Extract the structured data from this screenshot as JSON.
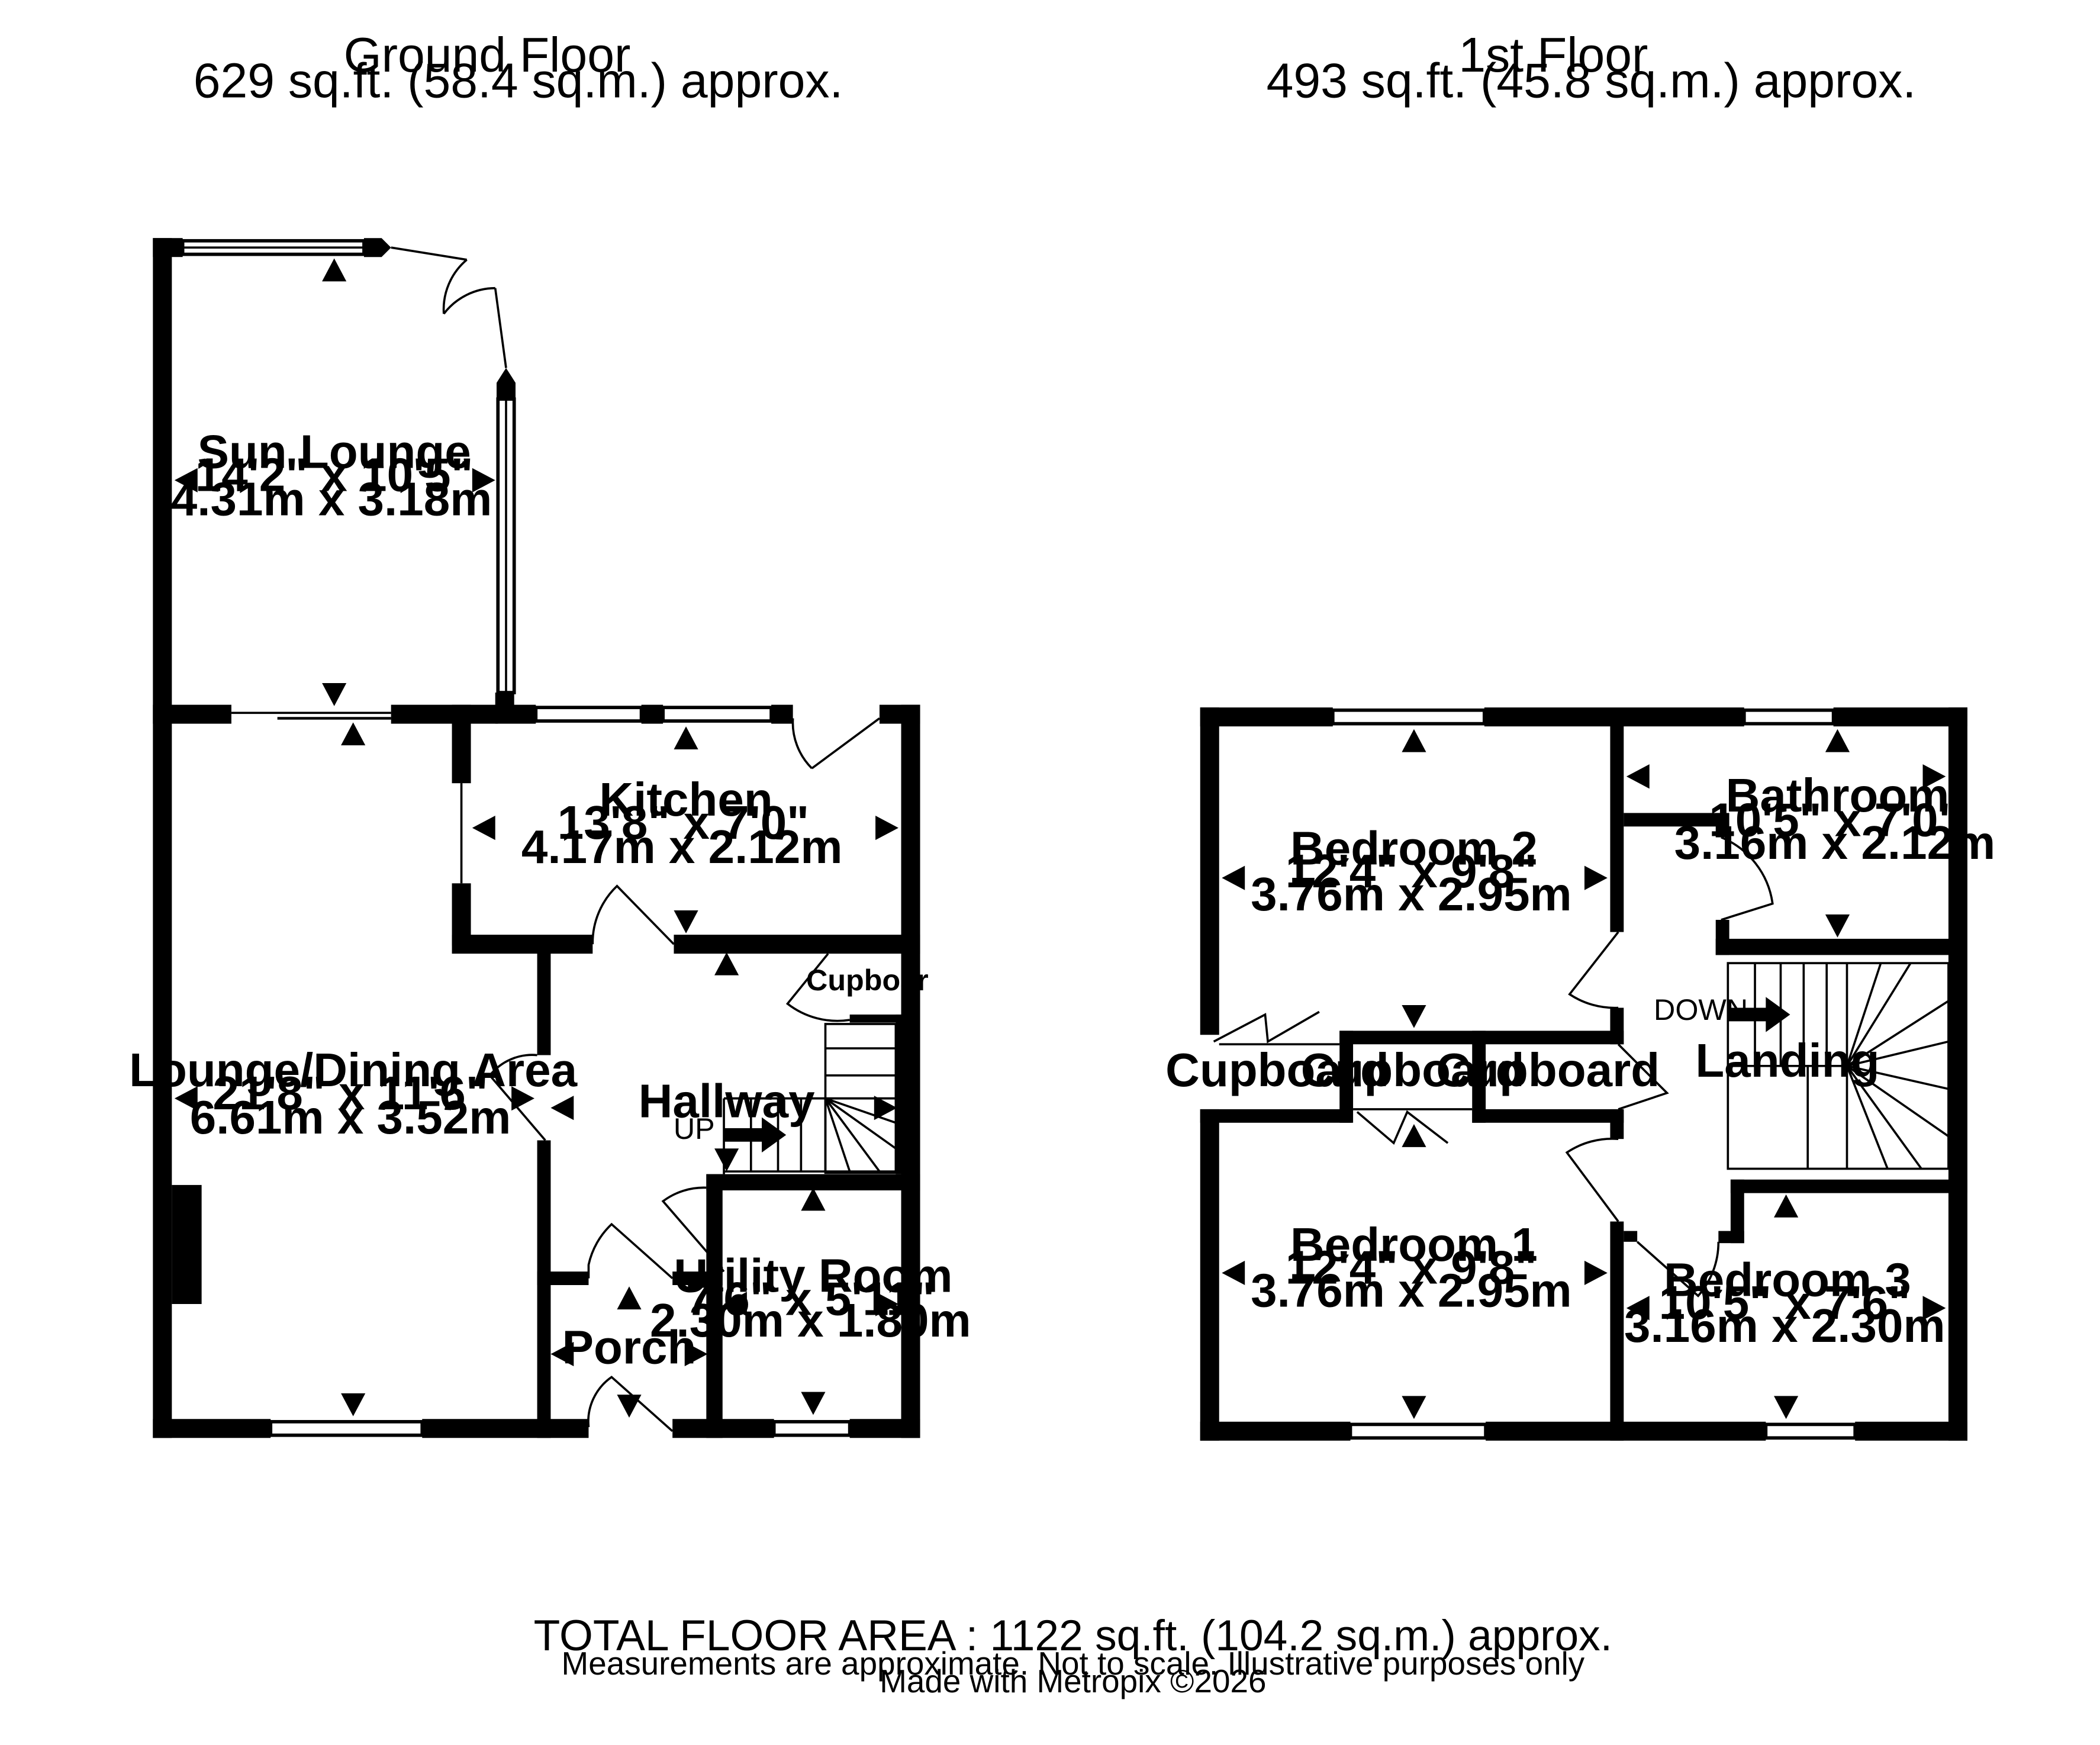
{
  "ground_floor": {
    "title": "Ground Floor",
    "area": "629 sq.ft. (58.4 sq.m.) approx.",
    "rooms": {
      "sun_lounge": {
        "name": "Sun Lounge",
        "imperial": "14'2\"  x 10'5\"",
        "metric": "4.31m  x 3.18m"
      },
      "kitchen": {
        "name": "Kitchen",
        "imperial": "13'8\"  x 7'0\"",
        "metric": "4.17m  x 2.12m"
      },
      "lounge": {
        "name": "Lounge/Dining Area",
        "imperial": "21'8\"  x 11'6\"",
        "metric": "6.61m  x 3.52m"
      },
      "hallway": {
        "name": "Hallway",
        "stairs_label": "UP"
      },
      "cupboard": {
        "name": "Cupboar"
      },
      "utility": {
        "name": "Utility Room",
        "imperial": "7'6\"  x 5'11\"",
        "metric": "2.30m  x 1.80m"
      },
      "porch": {
        "name": "Porch"
      }
    }
  },
  "first_floor": {
    "title": "1st Floor",
    "area": "493 sq.ft. (45.8 sq.m.) approx.",
    "rooms": {
      "bedroom2": {
        "name": "Bedroom 2",
        "imperial": "12'4\"  x 9'8\"",
        "metric": "3.76m  x 2.95m"
      },
      "bathroom": {
        "name": "Bathroom",
        "imperial": "10'5\"  x 7'0\"",
        "metric": "3.16m  x 2.12m"
      },
      "landing": {
        "name": "Landing",
        "stairs_label": "DOWN"
      },
      "cupboard1": {
        "name": "Cupboard"
      },
      "cupboard2": {
        "name": "Cupboard"
      },
      "cupboard3": {
        "name": "Cupboard"
      },
      "bedroom1": {
        "name": "Bedroom 1",
        "imperial": "12'4\"  x 9'8\"",
        "metric": "3.76m  x 2.95m"
      },
      "bedroom3": {
        "name": "Bedroom 3",
        "imperial": "10'5\"  x 7'6\"",
        "metric": "3.16m  x 2.30m"
      }
    }
  },
  "footer": {
    "total": "TOTAL FLOOR AREA : 1122 sq.ft. (104.2 sq.m.) approx.",
    "disclaimer": "Measurements are approximate.  Not to scale.  Illustrative purposes only",
    "credit": "Made with Metropix ©2026"
  }
}
